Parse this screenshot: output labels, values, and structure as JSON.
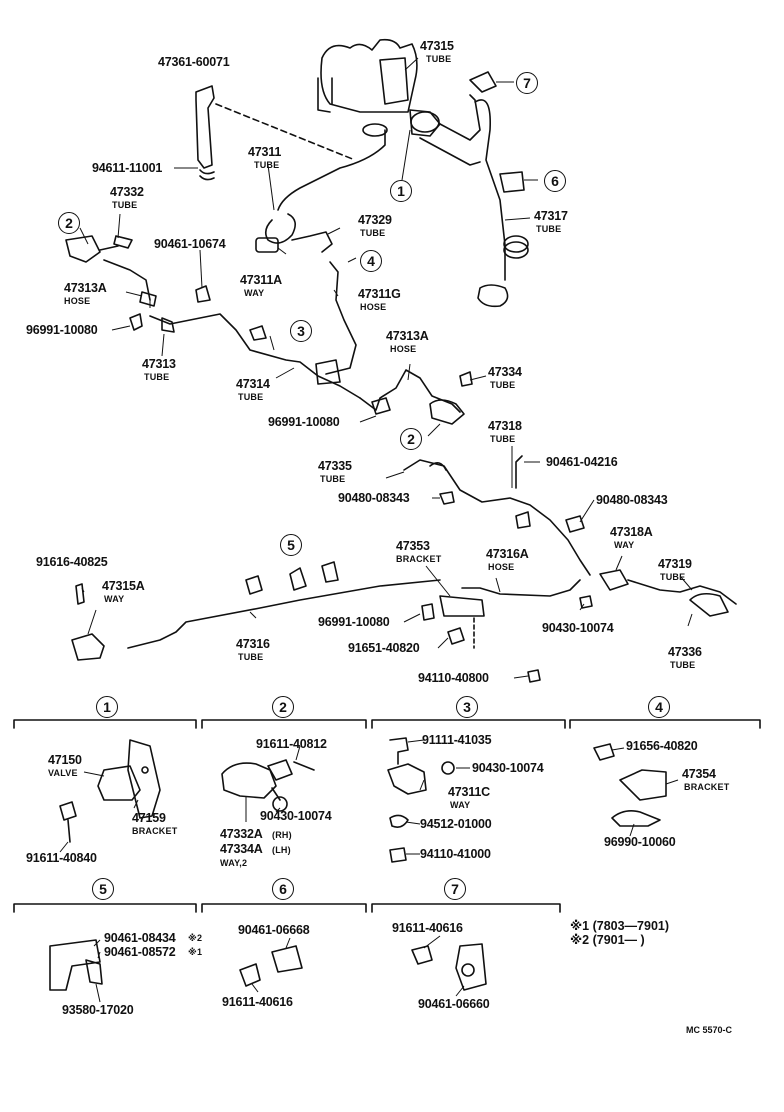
{
  "labels": {
    "p47361_60071": "47361-60071",
    "p47315": "47315",
    "p47315_sub": "TUBE",
    "p94611_11001": "94611-11001",
    "p47311": "47311",
    "p47311_sub": "TUBE",
    "p47332": "47332",
    "p47332_sub": "TUBE",
    "p90461_10674": "90461-10674",
    "p47329": "47329",
    "p47329_sub": "TUBE",
    "p47311a": "47311A",
    "p47311a_sub": "WAY",
    "p47313a_l": "47313A",
    "p47313a_l_sub": "HOSE",
    "p47311g": "47311G",
    "p47311g_sub": "HOSE",
    "p96991_10080_a": "96991-10080",
    "p47313": "47313",
    "p47313_sub": "TUBE",
    "p47317": "47317",
    "p47317_sub": "TUBE",
    "p47313a_r": "47313A",
    "p47313a_r_sub": "HOSE",
    "p47334": "47334",
    "p47334_sub": "TUBE",
    "p47314": "47314",
    "p47314_sub": "TUBE",
    "p96991_10080_b": "96991-10080",
    "p47318": "47318",
    "p47318_sub": "TUBE",
    "p47335": "47335",
    "p47335_sub": "TUBE",
    "p90461_04216": "90461-04216",
    "p90480_08343_a": "90480-08343",
    "p90480_08343_b": "90480-08343",
    "p47318a": "47318A",
    "p47318a_sub": "WAY",
    "p91616_40825": "91616-40825",
    "p47315a": "47315A",
    "p47315a_sub": "WAY",
    "p47353": "47353",
    "p47353_sub": "BRACKET",
    "p47316a": "47316A",
    "p47316a_sub": "HOSE",
    "p47319": "47319",
    "p47319_sub": "TUBE",
    "p96991_10080_c": "96991-10080",
    "p90430_10074_a": "90430-10074",
    "p47316": "47316",
    "p47316_sub": "TUBE",
    "p91651_40820": "91651-40820",
    "p47336": "47336",
    "p47336_sub": "TUBE",
    "p94110_40800": "94110-40800",
    "d1_47150": "47150",
    "d1_47150_sub": "VALVE",
    "d1_47159": "47159",
    "d1_47159_sub": "BRACKET",
    "d1_91611_40840": "91611-40840",
    "d2_91611_40812": "91611-40812",
    "d2_90430_10074": "90430-10074",
    "d2_47332a": "47332A",
    "d2_47332a_sfx": "(RH)",
    "d2_47334a": "47334A",
    "d2_47334a_sfx": "(LH)",
    "d2_way2": "WAY,2",
    "d3_91111_41035": "91111-41035",
    "d3_90430_10074": "90430-10074",
    "d3_47311c": "47311C",
    "d3_47311c_sub": "WAY",
    "d3_94512_01000": "94512-01000",
    "d3_94110_41000": "94110-41000",
    "d4_91656_40820": "91656-40820",
    "d4_47354": "47354",
    "d4_47354_sub": "BRACKET",
    "d4_96990_10060": "96990-10060",
    "d5_90461_08434": "90461-08434",
    "d5_mark2": "※2",
    "d5_90461_08572": "90461-08572",
    "d5_mark1": "※1",
    "d5_93580_17020": "93580-17020",
    "d6_90461_06668": "90461-06668",
    "d6_91611_40616": "91611-40616",
    "d7_91611_40616": "91611-40616",
    "d7_90461_06660": "90461-06660",
    "note1": "※1 (7803—7901)",
    "note2": "※2 (7901—       )",
    "code": "MC 5570-C"
  },
  "callouts": {
    "c1": "1",
    "c2a": "2",
    "c3": "3",
    "c4": "4",
    "c6": "6",
    "c7": "7",
    "c2b": "2",
    "c5": "5",
    "s1": "1",
    "s2": "2",
    "s3": "3",
    "s4": "4",
    "s5": "5",
    "s6": "6",
    "s7": "7"
  }
}
